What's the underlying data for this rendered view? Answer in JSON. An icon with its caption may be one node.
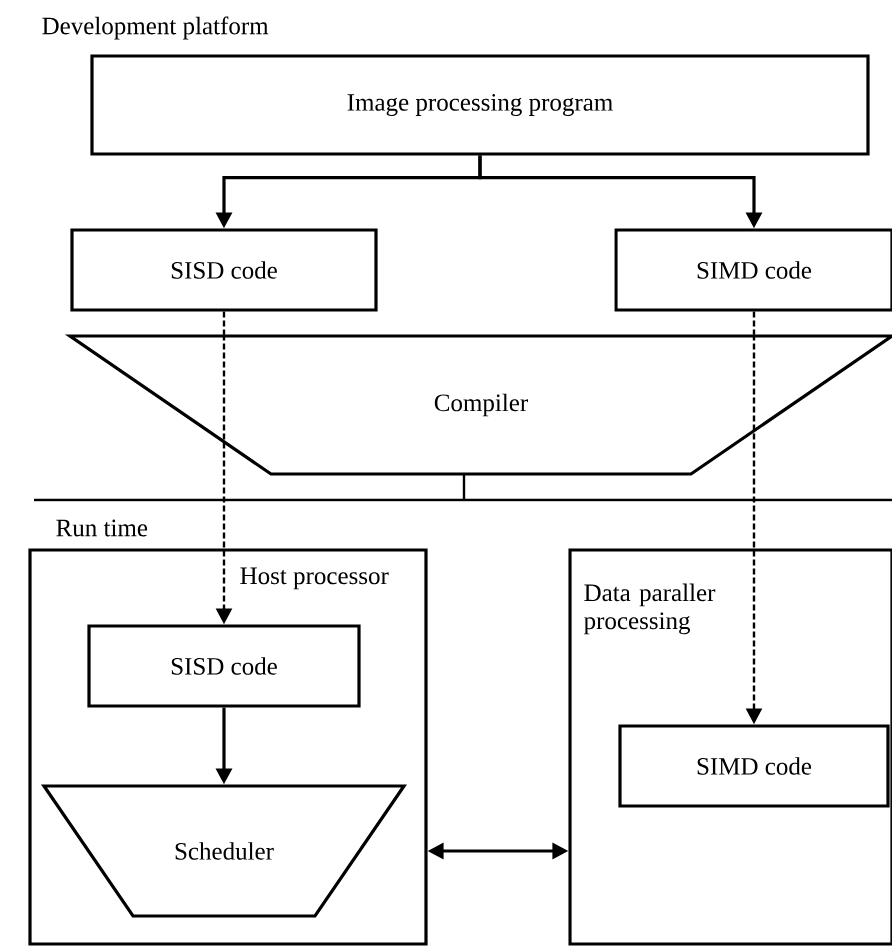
{
  "diagram": {
    "nodes": [
      {
        "text": [
          "Image processing program"
        ]
      },
      {
        "text": [
          "SISD code"
        ]
      },
      {
        "text": [
          "SIMD code"
        ]
      },
      {
        "text": [
          "Compiler"
        ]
      },
      {
        "text": [
          "Host processor"
        ]
      },
      {
        "text": [
          "SISD code"
        ],
        "in": 4
      },
      {
        "text": [
          "Scheduler"
        ],
        "in": 4
      },
      {
        "text": [
          "Data paraller processing"
        ]
      },
      {
        "text": [
          "SIMD code"
        ],
        "in": 7
      }
    ],
    "edges": [
      {
        "from": 0,
        "to": 1,
        "arrow": "to"
      },
      {
        "from": 0,
        "to": 2,
        "arrow": "to"
      },
      {
        "from": 1,
        "to": 3,
        "arrow": "none",
        "style": "dashed"
      },
      {
        "from": 2,
        "to": 3,
        "arrow": "none",
        "style": "dashed"
      },
      {
        "from": 3,
        "to": 5,
        "arrow": "to",
        "style": "dashed"
      },
      {
        "from": 3,
        "to": 8,
        "arrow": "to",
        "style": "dashed"
      },
      {
        "from": 5,
        "to": 6,
        "arrow": "to"
      },
      {
        "from": 4,
        "to": 7,
        "arrow": "both"
      }
    ],
    "labels": [
      "Development platform",
      "Run time"
    ]
  }
}
